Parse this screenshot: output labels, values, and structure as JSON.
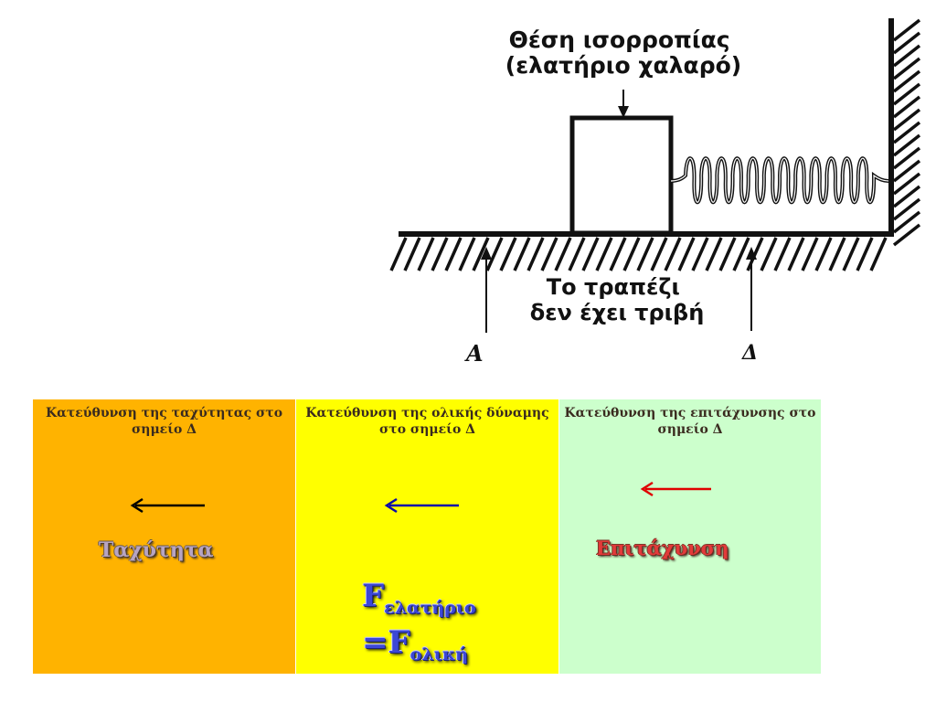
{
  "diagram": {
    "equilibrium_label": [
      "Θέση ισορροπίας",
      "(ελατήριο χαλαρό)"
    ],
    "table_label": [
      "Το τραπέζι",
      "δεν έχει τριβή"
    ],
    "point_a": "Α",
    "point_d": "Δ"
  },
  "panels": {
    "velocity": {
      "header": "Κατεύθυνση της ταχύτητας στο σημείο Δ",
      "label": "Ταχύτητα",
      "background": "#ffb300",
      "arrow_color": "#000000",
      "arrow_direction": "left"
    },
    "force": {
      "header": "Κατεύθυνση της ολικής δύναμης στο σημείο Δ",
      "formula": {
        "f1": "F",
        "sub1": "ελατήριο",
        "eq": "=",
        "f2": "F",
        "sub2": "ολική"
      },
      "background": "#ffff00",
      "arrow_color": "#0a0aa8",
      "arrow_direction": "left"
    },
    "acceleration": {
      "header": "Κατεύθυνση της επιτάχυνσης στο σημείο Δ",
      "label": "Επιτάχυνση",
      "background": "#ccffcc",
      "arrow_color": "#e00000",
      "arrow_direction": "left"
    }
  }
}
